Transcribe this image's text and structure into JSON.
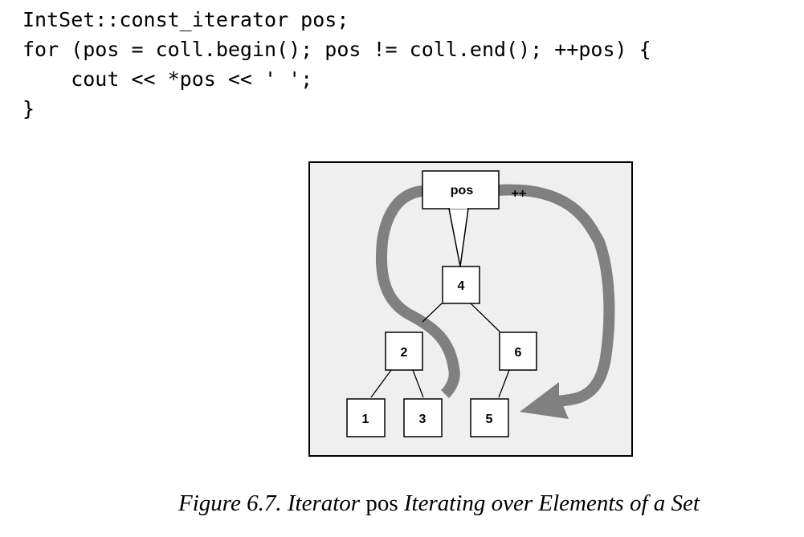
{
  "code": {
    "lines": [
      "IntSet::const_iterator pos;",
      "for (pos = coll.begin(); pos != coll.end(); ++pos) {",
      "    cout << *pos << ' ';",
      "}"
    ]
  },
  "figure": {
    "colors": {
      "background": "#efefef",
      "border": "#000000",
      "arrow": "#808080",
      "node_fill": "#ffffff"
    },
    "iterator_label": "pos",
    "increment_label": "++",
    "nodes": {
      "root": "4",
      "left": "2",
      "right": "6",
      "left_left": "1",
      "left_right": "3",
      "right_left": "5"
    }
  },
  "caption": {
    "prefix": "Figure 6.7. Iterator",
    "code_word": "pos",
    "suffix": "Iterating over Elements of a Set"
  }
}
